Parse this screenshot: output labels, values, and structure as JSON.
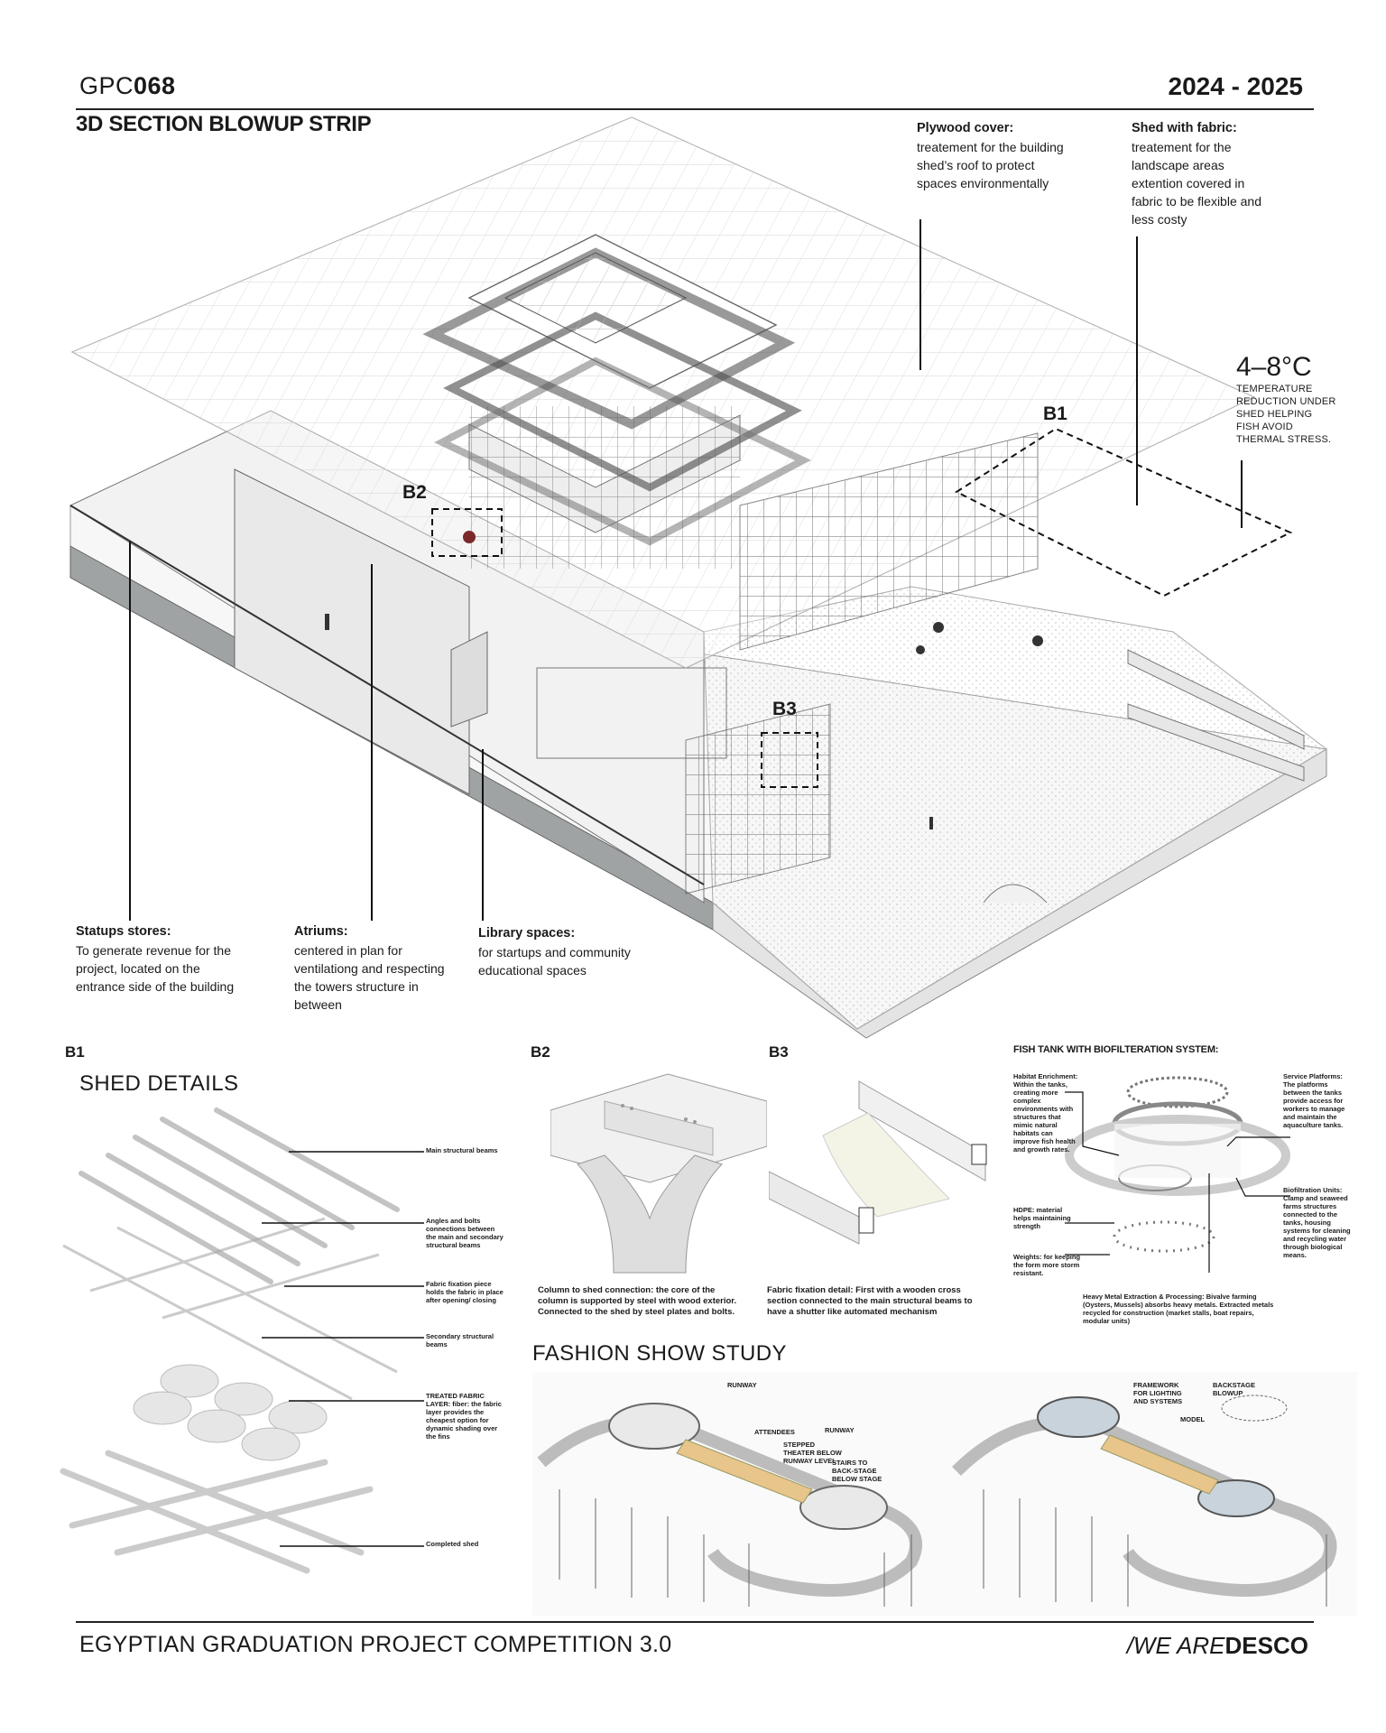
{
  "header": {
    "code_prefix": "GPC",
    "code_number": "068",
    "year": "2024 - 2025",
    "strip_title": "3D SECTION BLOWUP STRIP"
  },
  "top_annotations": {
    "plywood": {
      "title": "Plywood cover:",
      "body": "treatement for the building shed’s roof to protect spaces environmentally"
    },
    "shed_fabric": {
      "title": "Shed with fabric:",
      "body": "treatement for the landscape areas extention covered in fabric to be flexible and less costy"
    },
    "temperature": {
      "value": "4–8°C",
      "body": "TEMPERATURE REDUCTION UNDER SHED HELPING FISH AVOID THERMAL STRESS."
    }
  },
  "callouts": {
    "b1": "B1",
    "b2": "B2",
    "b3": "B3"
  },
  "bottom_annotations": {
    "startups": {
      "title": "Statups stores:",
      "body": "To generate revenue for the project, located on the entrance side of the building"
    },
    "atriums": {
      "title": "Atriums:",
      "body": "centered in plan for ventilationg and respecting the towers structure in between"
    },
    "library": {
      "title": "Library spaces:",
      "body": "for startups and community educational spaces"
    }
  },
  "b1_panel": {
    "label": "B1",
    "title": "SHED DETAILS",
    "layers": [
      "Main structural beams",
      "Angles and bolts connections between the main and secondary structural beams",
      "Fabric fixation piece holds the fabric in place after opening/ closing",
      "Secondary structural beams",
      "TREATED FABRIC LAYER: fiber: the fabric layer provides the cheapest option for dynamic shading over the fins",
      "Completed shed"
    ]
  },
  "b2_panel": {
    "label": "B2",
    "caption": "Column to shed connection: the core of the column is supported by steel with wood exterior. Connected to the shed by steel plates and bolts."
  },
  "b3_panel": {
    "label": "B3",
    "caption": "Fabric fixation detail: First with a wooden cross section connected to the main structural beams to have a shutter like automated mechanism"
  },
  "fish_tank": {
    "title": "FISH TANK WITH BIOFILTERATION SYSTEM:",
    "habitat": "Habitat Enrichment: Within the tanks, creating more complex environments with structures that mimic natural habitats can improve fish health and growth rates.",
    "hdpe": "HDPE: material helps maintaining strength",
    "weights": "Weights: for keeping the form more storm resistant.",
    "service": "Service Platforms: The platforms between the tanks provide access for workers to manage and maintain the aquaculture tanks.",
    "biofiltration": "Biofiltration Units: Clamp and seaweed farms structures connected to the tanks, housing systems for cleaning and recycling water through biological means.",
    "heavy_metal": "Heavy Metal Extraction & Processing: Bivalve farming (Oysters, Mussels) absorbs heavy metals. Extracted metals recycled for construction (market stalls, boat repairs, modular units)"
  },
  "fashion": {
    "title": "FASHION SHOW STUDY",
    "left_labels": [
      "RUNWAY",
      "ATTENDEES",
      "STEPPED THEATER BELOW RUNWAY LEVEL",
      "RUNWAY",
      "STAIRS TO BACK-STAGE BELOW STAGE"
    ],
    "right_labels": [
      "FRAMEWORK FOR LIGHTING AND SYSTEMS",
      "BACKSTAGE BLOWUP",
      "MODEL"
    ]
  },
  "footer": {
    "competition": "EGYPTIAN GRADUATION PROJECT COMPETITION 3.0",
    "brand_slash": "/",
    "brand_light": "WE ARE",
    "brand_bold": "DESCO"
  }
}
